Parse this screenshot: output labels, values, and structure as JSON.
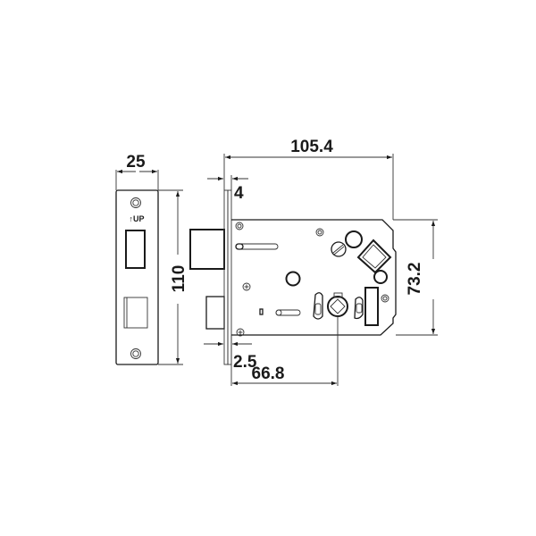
{
  "drawing": {
    "subject": "Mortise lock body technical drawing",
    "faceplate_label": "↑UP",
    "colors": {
      "line": "#1a1a1a",
      "background": "#ffffff"
    }
  },
  "dimensions": {
    "faceplate_width": "25",
    "faceplate_height": "110",
    "case_depth": "105.4",
    "faceplate_thickness": "4",
    "case_height": "73.2",
    "backset_offset": "2.5",
    "backset": "66.8"
  }
}
